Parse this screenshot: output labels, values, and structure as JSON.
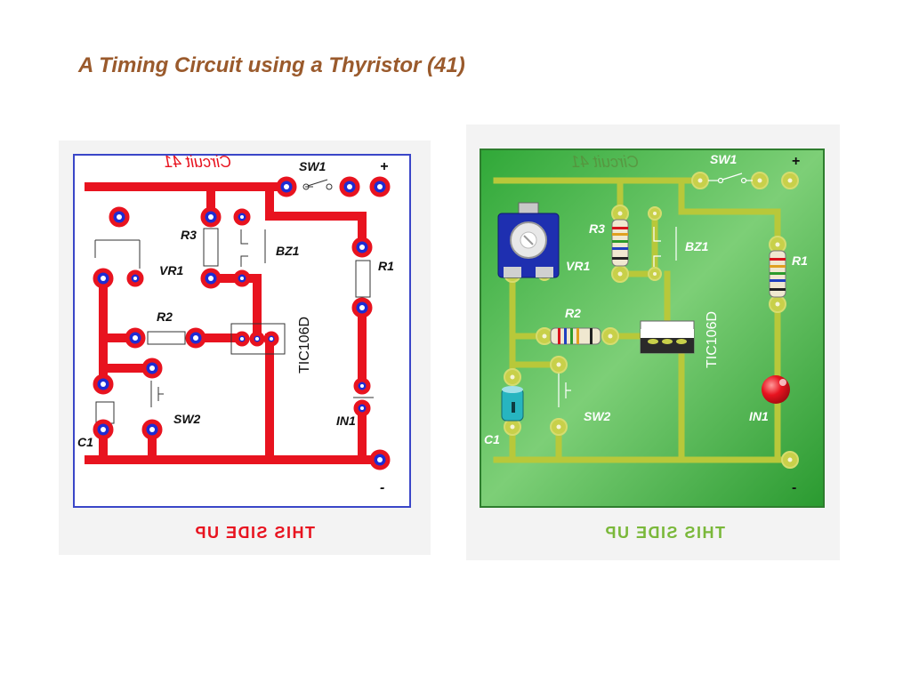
{
  "slide": {
    "title": "A Timing Circuit using a Thyristor (41)"
  },
  "left_board": {
    "header_mirrored": "Circuit 41",
    "labels": {
      "sw1": "SW1",
      "plus": "+",
      "minus": "-",
      "r3": "R3",
      "bz1": "BZ1",
      "vr1": "VR1",
      "r1": "R1",
      "r2": "R2",
      "thyristor": "TIC106D",
      "sw2": "SW2",
      "in1": "IN1",
      "c1": "C1"
    },
    "footer": "THIS SIDE UP",
    "colors": {
      "track": "#e8131f",
      "pad": "#1d2cd4",
      "border": "#3a46c8"
    }
  },
  "right_board": {
    "header_mirrored": "Circuit 41",
    "labels": {
      "sw1": "SW1",
      "plus": "+",
      "minus": "-",
      "r3": "R3",
      "bz1": "BZ1",
      "vr1": "VR1",
      "r1": "R1",
      "r2": "R2",
      "thyristor": "TIC106D",
      "sw2": "SW2",
      "in1": "IN1",
      "c1": "C1"
    },
    "footer": "THIS SIDE UP",
    "colors": {
      "board": "#1f9a2c",
      "track": "#b8c83a",
      "footer": "#7ab83a"
    }
  }
}
